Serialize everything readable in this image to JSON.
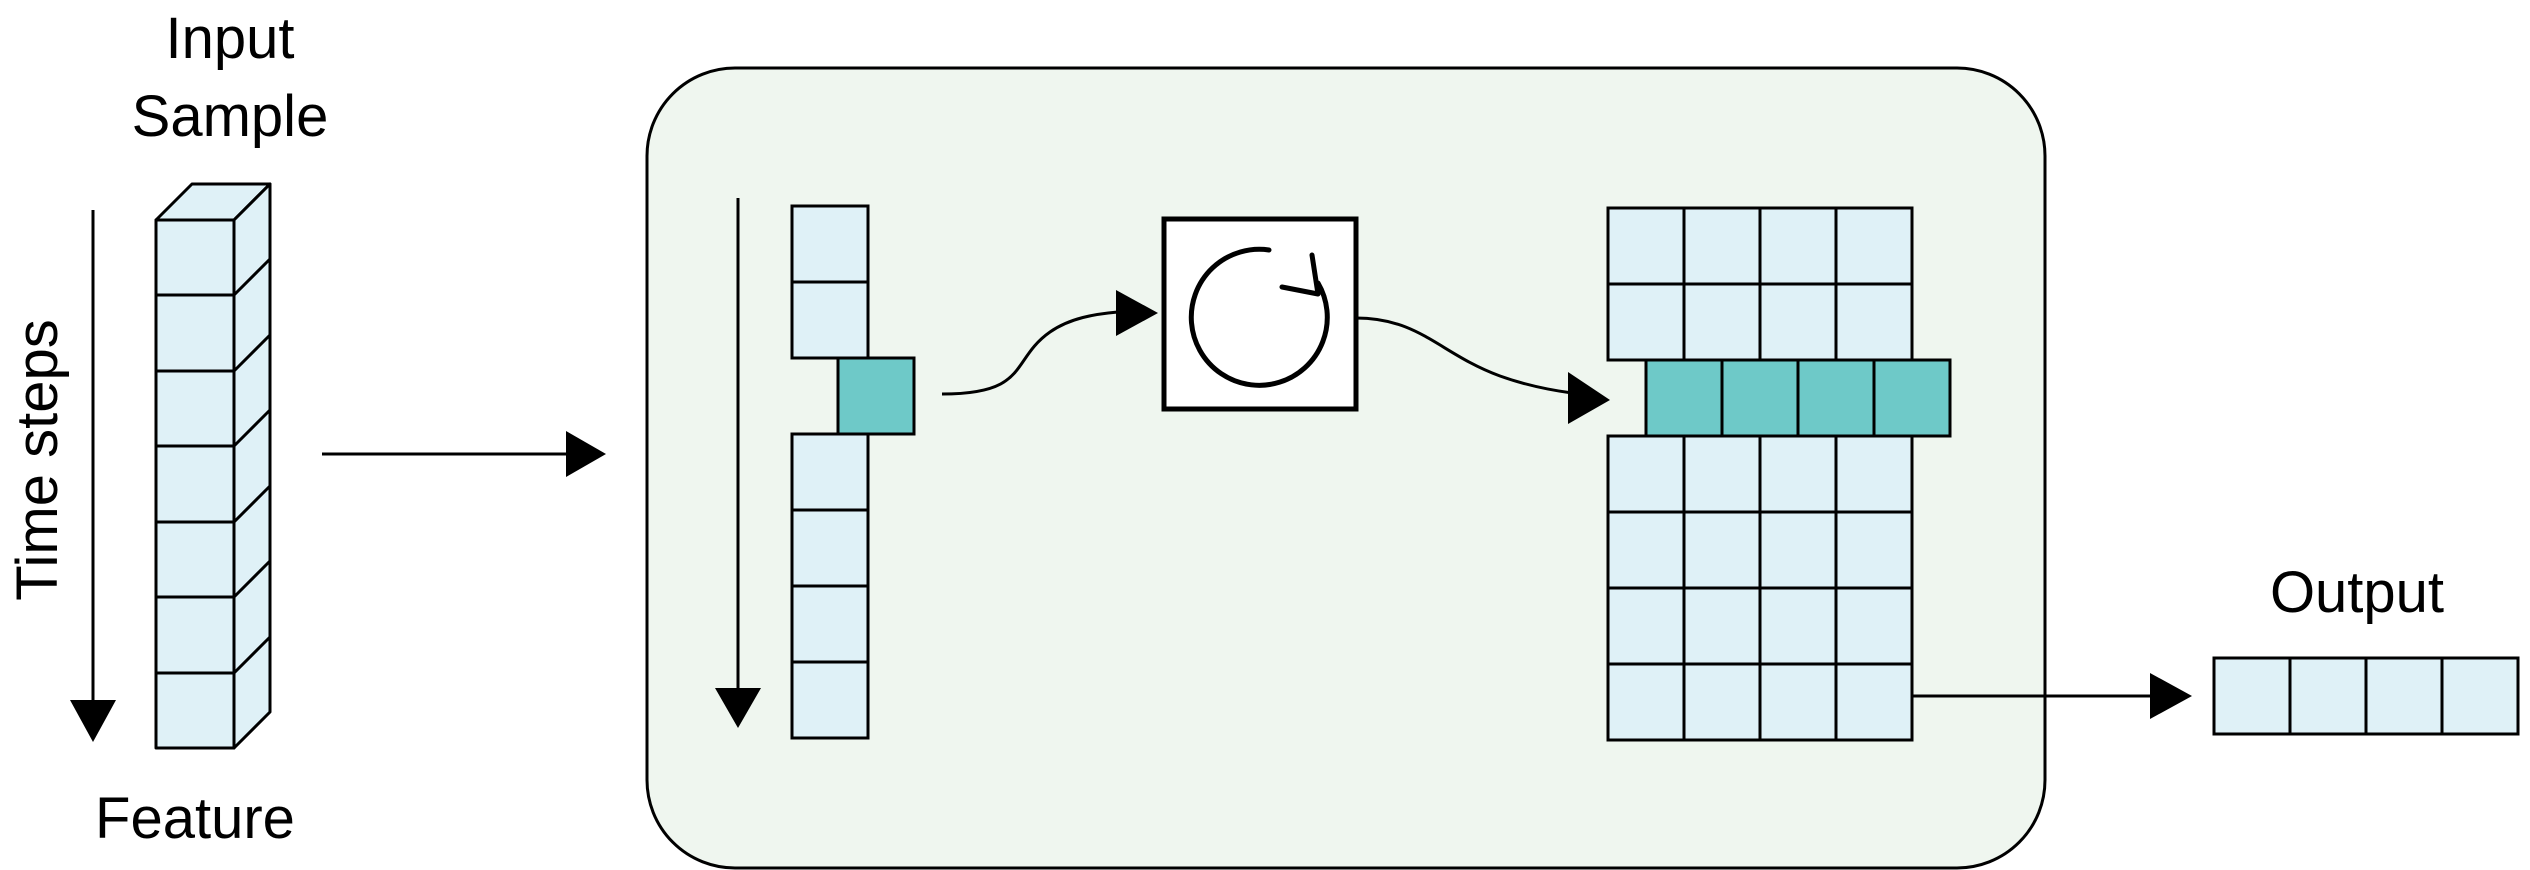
{
  "labels": {
    "input_line1": "Input",
    "input_line2": "Sample",
    "time_steps": "Time steps",
    "feature": "Feature",
    "output": "Output"
  },
  "colors": {
    "cell_fill": "#dff1f7",
    "highlight_fill": "#6ec9c8",
    "panel_fill": "#eff6ef",
    "stroke": "#000000"
  },
  "icons": {
    "recurrent_cell": "loop-arrow-icon"
  }
}
